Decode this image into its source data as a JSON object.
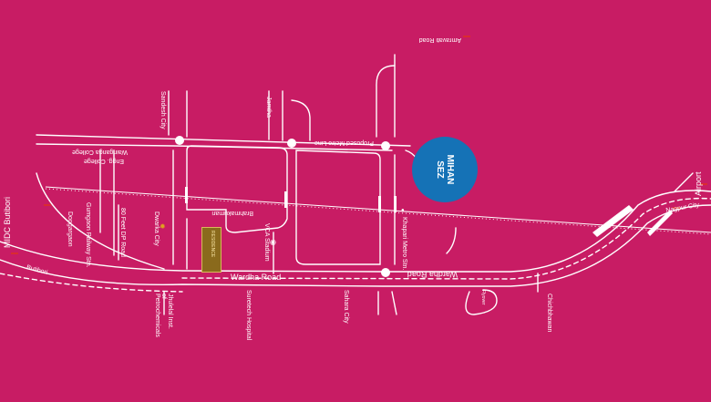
{
  "colors": {
    "background": "#c81c64",
    "road": "#ffffff",
    "mihan_circle": "#1572b6",
    "marker_red": "#e0301e"
  },
  "labels": {
    "amravati_road": "Amravati Road",
    "sandesh_city": "Sandesh City",
    "jamtha": "Jamtha",
    "proposed_metro_line": "Proposed Metro Line",
    "wainganga_college": "Wainganga College",
    "engg_college": "Engg. College",
    "gumgaon_railway_stn": "Gumgaon Railway Stn.",
    "dongargaon": "Dongargaon",
    "feet_dp_road": "80 Feet DP Road",
    "dwarka_city": "Dwarka City",
    "midc_butibori": "MIDC Butibori",
    "butibori": "Butibori",
    "brahmakumari": "Brahmakumari",
    "vca_stadium": "VCA Stadium",
    "khapari_metro_stn": "Khapari Metro Stn.",
    "wardha_road_left": "Wardha Road",
    "wardha_road_right": "Wardha Road",
    "jhulelal_petro": "Jhulelal Inst. of Petrochemicals",
    "suretech_hospital": "Suretech Hospital",
    "sahara_city": "Sahara City",
    "chichbhawan": "Chichbhawan",
    "airport": "Airport",
    "nagpur_city": "Nagpur City",
    "flyover": "Flyover",
    "mihan_sez": "MIHAN SEZ",
    "residence_brand": "RESIDENCE"
  },
  "icons": [
    "compass-marker-icon",
    "stadium-marker-icon",
    "metro-station-marker-icon"
  ]
}
